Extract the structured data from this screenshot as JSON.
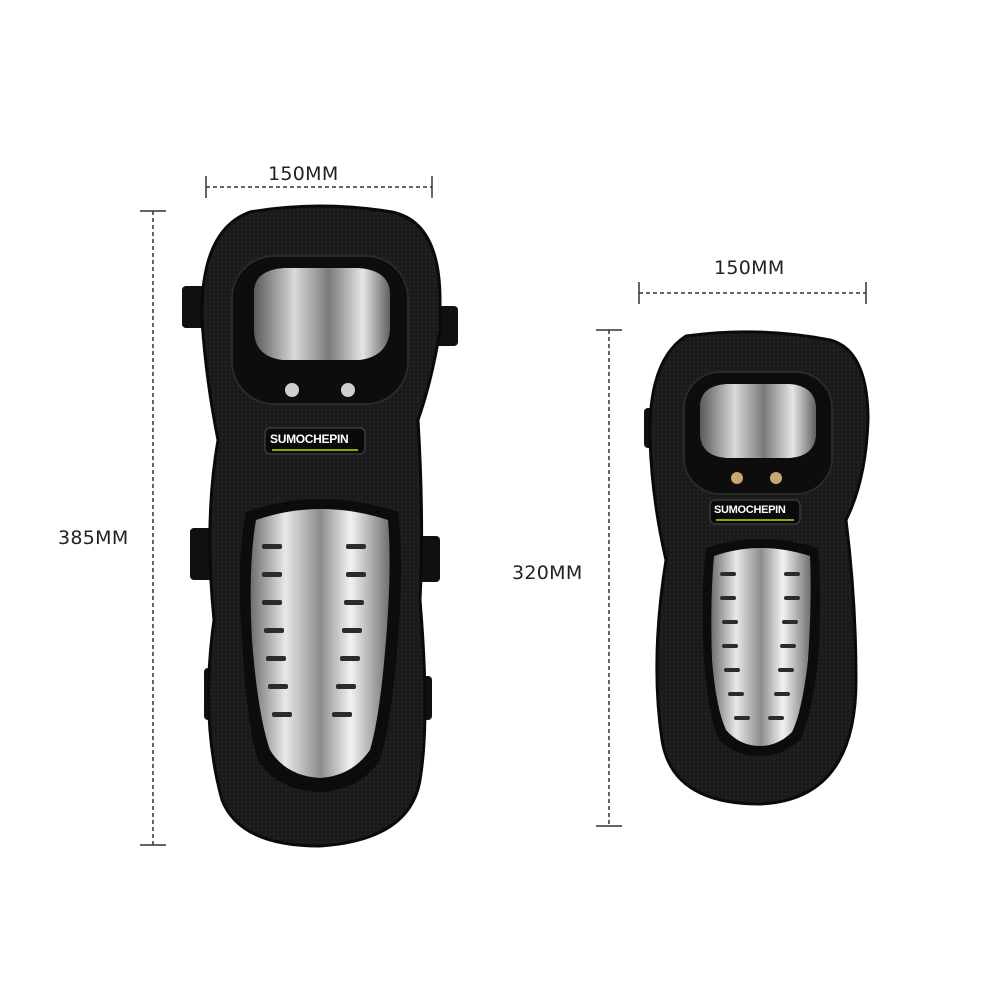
{
  "large_guard": {
    "width_label": "150MM",
    "height_label": "385MM",
    "brand": "SUMOCHEPIN"
  },
  "small_guard": {
    "width_label": "150MM",
    "height_label": "320MM",
    "brand": "SUMOCHEPIN"
  },
  "colors": {
    "background": "#ffffff",
    "guard_body": "#141414",
    "steel": "#b8b8b8",
    "dimension_line": "#333333",
    "brand_accent": "#c8d400"
  }
}
